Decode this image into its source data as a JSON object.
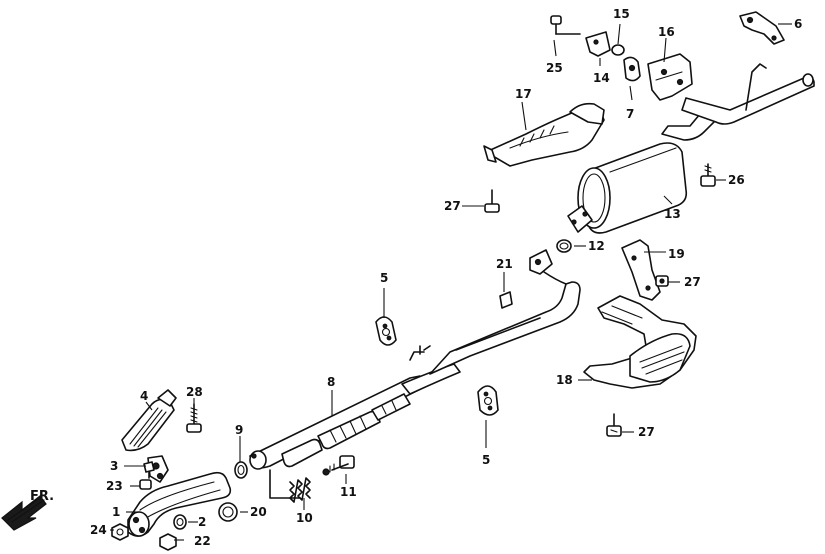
{
  "direction_indicator": {
    "label": "FR."
  },
  "callouts": {
    "c1": "1",
    "c2": "2",
    "c3": "3",
    "c4": "4",
    "c5a": "5",
    "c5b": "5",
    "c6": "6",
    "c7": "7",
    "c8": "8",
    "c9": "9",
    "c10": "10",
    "c11": "11",
    "c12": "12",
    "c13": "13",
    "c14": "14",
    "c15": "15",
    "c16": "16",
    "c17": "17",
    "c18": "18",
    "c19": "19",
    "c20": "20",
    "c21": "21",
    "c22": "22",
    "c23": "23",
    "c24": "24",
    "c25": "25",
    "c26": "26",
    "c27a": "27",
    "c27b": "27",
    "c27c": "27",
    "c28": "28"
  }
}
